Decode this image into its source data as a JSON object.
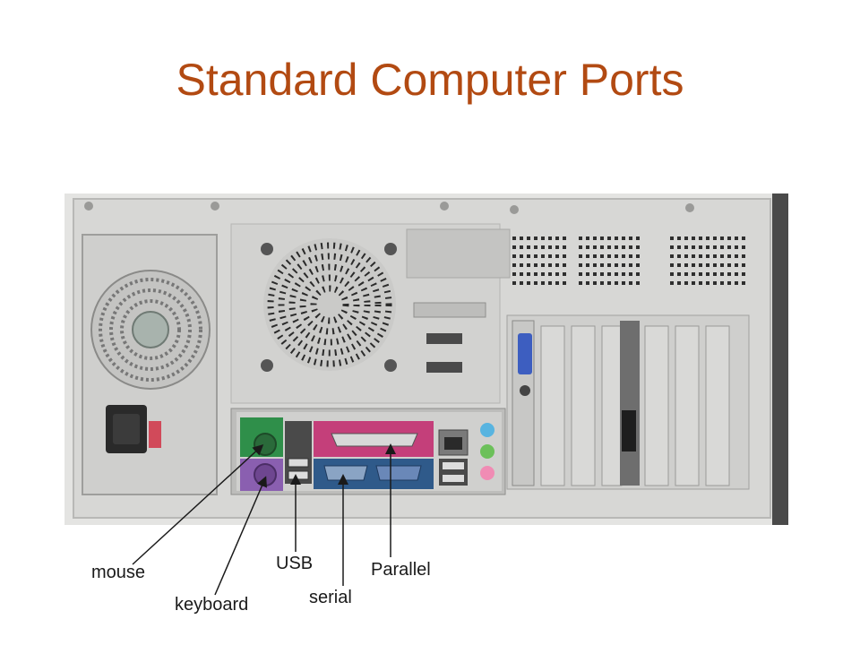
{
  "title": "Standard Computer Ports",
  "labels": {
    "mouse": "mouse",
    "keyboard": "keyboard",
    "usb": "USB",
    "serial": "serial",
    "parallel": "Parallel"
  },
  "colors": {
    "title": "#b24a12",
    "chassis": "#d4d4d0",
    "mouse_port": "#2f8f4a",
    "keyboard_port": "#8a5fb0",
    "parallel_port": "#c43f7a",
    "serial_port": "#2f5a8a",
    "vga_port": "#3d5ec0",
    "audio_blue": "#58b4e0",
    "audio_green": "#6cc05a",
    "audio_pink": "#f08cb4"
  }
}
